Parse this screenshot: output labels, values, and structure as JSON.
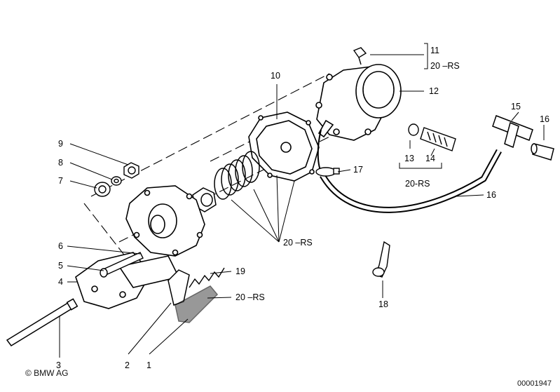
{
  "callouts": {
    "c1": "1",
    "c2": "2",
    "c3": "3",
    "c4": "4",
    "c5": "5",
    "c6": "6",
    "c7": "7",
    "c8": "8",
    "c9": "9",
    "c10": "10",
    "c11": "11",
    "c11rs": "20 –RS",
    "c12": "12",
    "c13": "13",
    "c14": "14",
    "c13rs": "20-RS",
    "c15": "15",
    "c16a": "16",
    "c16b": "16",
    "c17": "17",
    "c18": "18",
    "c19": "19",
    "c20a": "20 –RS",
    "c20b": "20 –RS"
  },
  "footer": {
    "copyright": "© BMW AG",
    "doc_number": "00001947"
  }
}
